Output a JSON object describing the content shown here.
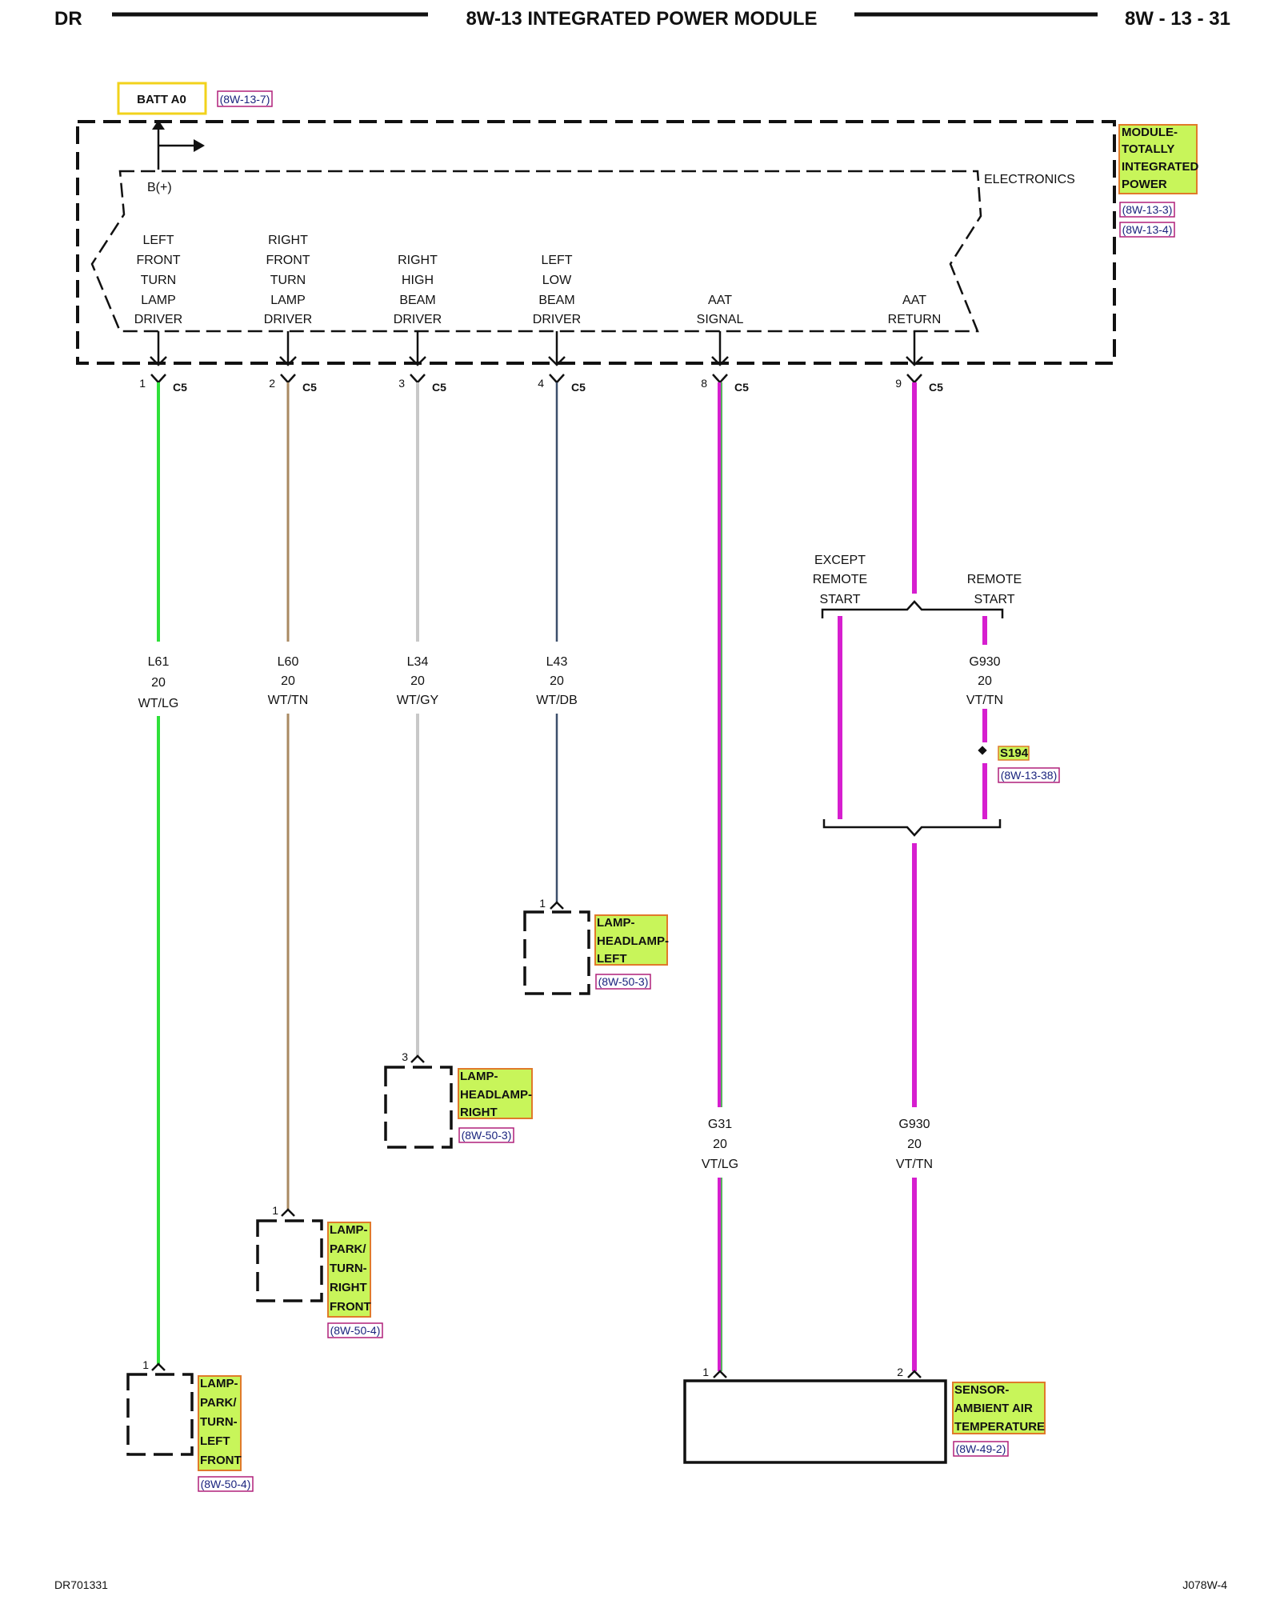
{
  "header": {
    "left": "DR",
    "title": "8W-13 INTEGRATED POWER MODULE",
    "page": "8W - 13 - 31"
  },
  "footer": {
    "left": "DR701331",
    "right": "J078W-4"
  },
  "colors": {
    "tag_fill": "#c8f55a",
    "tag_border": "#e07a2a",
    "ref_border": "#b0207a",
    "batt_border": "#f2d21b",
    "wire_lg": "#2fe03a",
    "wire_tn": "#a98a62",
    "wire_gy": "#c8c8c8",
    "wire_db": "#3c4f6b",
    "wire_vt": "#d61fcf"
  },
  "module": {
    "batt_label": "BATT A0",
    "batt_ref": "(8W-13-7)",
    "bplus": "B(+)",
    "electronics": "ELECTRONICS",
    "name": [
      "MODULE-",
      "TOTALLY",
      "INTEGRATED",
      "POWER"
    ],
    "refs": [
      "(8W-13-3)",
      "(8W-13-4)"
    ],
    "drivers": [
      [
        "LEFT",
        "FRONT",
        "TURN",
        "LAMP",
        "DRIVER"
      ],
      [
        "RIGHT",
        "FRONT",
        "TURN",
        "LAMP",
        "DRIVER"
      ],
      [
        "RIGHT",
        "HIGH",
        "BEAM",
        "DRIVER"
      ],
      [
        "LEFT",
        "LOW",
        "BEAM",
        "DRIVER"
      ],
      [
        "AAT",
        "SIGNAL"
      ],
      [
        "AAT",
        "RETURN"
      ]
    ],
    "pins": [
      "1",
      "2",
      "3",
      "4",
      "8",
      "9"
    ],
    "connector": "C5"
  },
  "wires": [
    {
      "circuit": "L61",
      "gauge": "20",
      "color": "WT/LG"
    },
    {
      "circuit": "L60",
      "gauge": "20",
      "color": "WT/TN"
    },
    {
      "circuit": "L34",
      "gauge": "20",
      "color": "WT/GY"
    },
    {
      "circuit": "L43",
      "gauge": "20",
      "color": "WT/DB"
    },
    {
      "circuit": "G31",
      "gauge": "20",
      "color": "VT/LG"
    },
    {
      "circuit": "G930",
      "gauge": "20",
      "color": "VT/TN"
    }
  ],
  "branch": {
    "except_label": [
      "EXCEPT",
      "REMOTE",
      "START"
    ],
    "remote_label": [
      "REMOTE",
      "START"
    ],
    "wire": {
      "circuit": "G930",
      "gauge": "20",
      "color": "VT/TN"
    },
    "splice": "S194",
    "splice_ref": "(8W-13-38)"
  },
  "components": [
    {
      "pin": "1",
      "name": [
        "LAMP-",
        "HEADLAMP-",
        "LEFT"
      ],
      "ref": "(8W-50-3)"
    },
    {
      "pin": "3",
      "name": [
        "LAMP-",
        "HEADLAMP-",
        "RIGHT"
      ],
      "ref": "(8W-50-3)"
    },
    {
      "pin": "1",
      "name": [
        "LAMP-",
        "PARK/",
        "TURN-",
        "RIGHT",
        "FRONT"
      ],
      "ref": "(8W-50-4)"
    },
    {
      "pin": "1",
      "name": [
        "LAMP-",
        "PARK/",
        "TURN-",
        "LEFT",
        "FRONT"
      ],
      "ref": "(8W-50-4)"
    }
  ],
  "sensor": {
    "pins": [
      "1",
      "2"
    ],
    "name": [
      "SENSOR-",
      "AMBIENT AIR",
      "TEMPERATURE"
    ],
    "ref": "(8W-49-2)"
  }
}
